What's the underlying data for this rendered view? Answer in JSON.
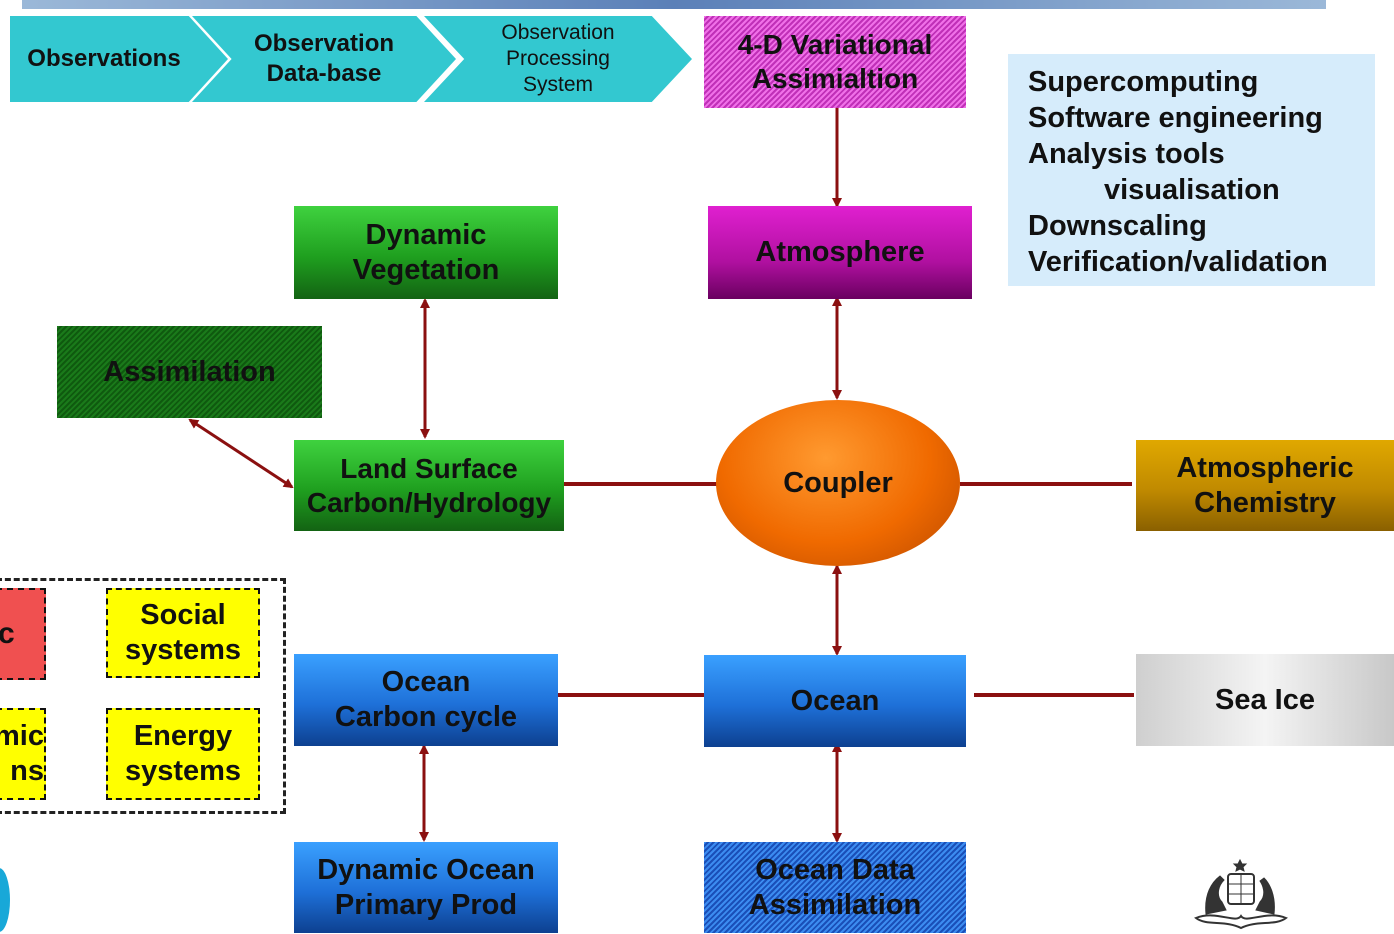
{
  "pipeline": {
    "step1": "Observations",
    "step2_line1": "Observation",
    "step2_line2": "Data-base",
    "step3_line1": "Observation",
    "step3_line2": "Processing",
    "step3_line3": "System"
  },
  "nodes": {
    "var_assim_line1": "4-D Variational",
    "var_assim_line2": "Assimialtion",
    "atmosphere": "Atmosphere",
    "dynveg_line1": "Dynamic",
    "dynveg_line2": "Vegetation",
    "assimilation": "Assimilation",
    "land_line1": "Land Surface",
    "land_line2": "Carbon/Hydrology",
    "coupler": "Coupler",
    "atmchem_line1": "Atmospheric",
    "atmchem_line2": "Chemistry",
    "ocean_carbon_line1": "Ocean",
    "ocean_carbon_line2": "Carbon cycle",
    "ocean": "Ocean",
    "sea_ice": "Sea Ice",
    "dyn_ocean_line1": "Dynamic Ocean",
    "dyn_ocean_line2": "Primary Prod",
    "ocean_data_line1": "Ocean Data",
    "ocean_data_line2": "Assimilation"
  },
  "external": {
    "red_partial": "c",
    "social_line1": "Social",
    "social_line2": "systems",
    "mic_partial_line1": "mic",
    "mic_partial_line2": "ns",
    "energy_line1": "Energy",
    "energy_line2": "systems"
  },
  "info_panel": {
    "line1": "Supercomputing",
    "line2": "Software engineering",
    "line3": "Analysis tools",
    "line4": "visualisation",
    "line5": "Downscaling",
    "line6": "Verification/validation"
  },
  "colors": {
    "arrow": "#8b1010",
    "chevron": "#33c8d0",
    "info_bg": "#d6ecfb"
  },
  "icons": {
    "coat_of_arms": "coat-of-arms-icon"
  }
}
